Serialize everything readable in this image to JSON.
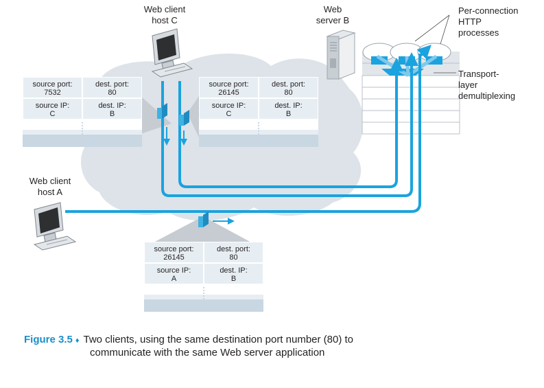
{
  "colors": {
    "accent": "#1aa3de",
    "cloud": "#dde3e8",
    "header_cell": "#e7eef3",
    "header_band": "#c8d7e2",
    "figure_label": "#1a8fc9"
  },
  "icons": [
    "computer-icon",
    "server-tower-icon",
    "segment-icon",
    "arrow-icon",
    "process-ellipse-icon"
  ],
  "labels": {
    "client_c": [
      "Web client",
      "host C"
    ],
    "server_b": [
      "Web",
      "server B"
    ],
    "client_a": [
      "Web client",
      "host A"
    ],
    "processes": [
      "Per-connection",
      "HTTP",
      "processes"
    ],
    "demux": [
      "Transport-",
      "layer",
      "demultiplexing"
    ]
  },
  "headers": {
    "c1": {
      "source_port_label": "source port:",
      "source_port": "7532",
      "dest_port_label": "dest. port:",
      "dest_port": "80",
      "source_ip_label": "source IP:",
      "source_ip": "C",
      "dest_ip_label": "dest. IP:",
      "dest_ip": "B"
    },
    "c2": {
      "source_port_label": "source port:",
      "source_port": "26145",
      "dest_port_label": "dest. port:",
      "dest_port": "80",
      "source_ip_label": "source IP:",
      "source_ip": "C",
      "dest_ip_label": "dest. IP:",
      "dest_ip": "B"
    },
    "a": {
      "source_port_label": "source port:",
      "source_port": "26145",
      "dest_port_label": "dest. port:",
      "dest_port": "80",
      "source_ip_label": "source IP:",
      "source_ip": "A",
      "dest_ip_label": "dest. IP:",
      "dest_ip": "B"
    }
  },
  "caption": {
    "figure": "Figure 3.5",
    "diamond": "♦",
    "line1": "Two clients, using the same destination port number (80) to",
    "line2": "communicate with the same Web server application"
  }
}
